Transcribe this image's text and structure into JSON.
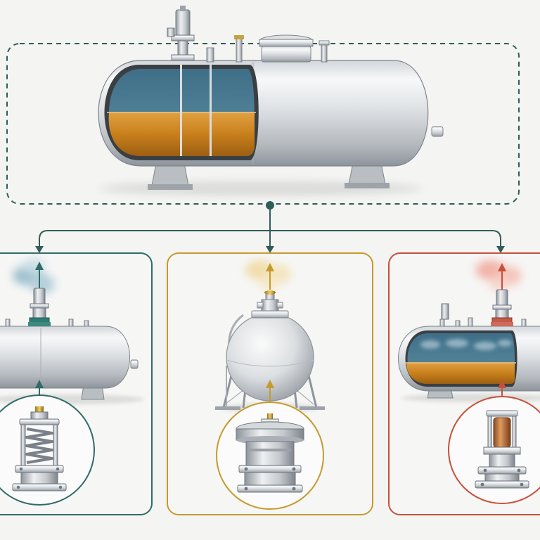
{
  "colors": {
    "background": "#f4f4f3",
    "main_frame": "#2f5d57",
    "panel_left": "#2f6b67",
    "panel_center": "#c69a2e",
    "panel_right": "#c8503a",
    "steel_light": "#e9ebed",
    "steel_dark": "#8d949b",
    "liquid_orange": "#c8801c",
    "vapor_blue": "#4a7890"
  },
  "icons": {
    "main_tank": "cutaway-horizontal-tank-icon",
    "left_tank": "horizontal-tank-icon",
    "center_tank": "spherical-tank-icon",
    "right_tank": "cutaway-horizontal-tank-icon",
    "left_detail": "spring-loaded-relief-valve-icon",
    "center_detail": "pressure-vacuum-vent-valve-icon",
    "right_detail": "rupture-disc-holder-icon",
    "arrow": "arrow-up-icon"
  },
  "panels": [
    {
      "id": "left",
      "accent": "#2f6b67",
      "plume": "#8fb7c8",
      "variant": "spring-relief-valve"
    },
    {
      "id": "center",
      "accent": "#c69a2e",
      "plume": "#f0d9a0",
      "variant": "vent-valve"
    },
    {
      "id": "right",
      "accent": "#c8503a",
      "plume": "#f1a89a",
      "variant": "rupture-disc"
    }
  ]
}
